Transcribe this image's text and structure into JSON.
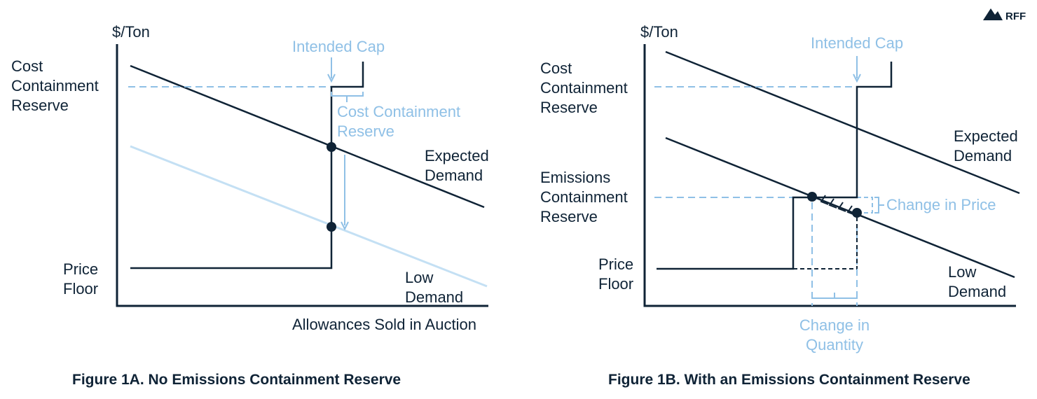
{
  "logo": {
    "text": "RFF",
    "icon": "mountain-icon"
  },
  "colors": {
    "dark": "#0f2336",
    "blue": "#8fc0e6",
    "light_blue": "#c4e0f4"
  },
  "panel_a": {
    "caption": "Figure 1A. No Emissions Containment Reserve",
    "y_axis_label": "$/Ton",
    "x_axis_label": "Allowances Sold in Auction",
    "labels": {
      "intended_cap": "Intended Cap",
      "ccr_left": [
        "Cost",
        "Containment",
        "Reserve"
      ],
      "ccr_step": [
        "Cost Containment",
        "Reserve"
      ],
      "expected_demand": [
        "Expected",
        "Demand"
      ],
      "low_demand": [
        "Low",
        "Demand"
      ],
      "price_floor": [
        "Price",
        "Floor"
      ]
    }
  },
  "panel_b": {
    "caption": "Figure 1B. With an Emissions Containment Reserve",
    "y_axis_label": "$/Ton",
    "labels": {
      "intended_cap": "Intended Cap",
      "ccr_left": [
        "Cost",
        "Containment",
        "Reserve"
      ],
      "ecr_left": [
        "Emissions",
        "Containment",
        "Reserve"
      ],
      "expected_demand": [
        "Expected",
        "Demand"
      ],
      "low_demand": [
        "Low",
        "Demand"
      ],
      "price_floor": [
        "Price",
        "Floor"
      ],
      "change_in_price": "Change in Price",
      "change_in_quantity": [
        "Change in",
        "Quantity"
      ]
    }
  }
}
